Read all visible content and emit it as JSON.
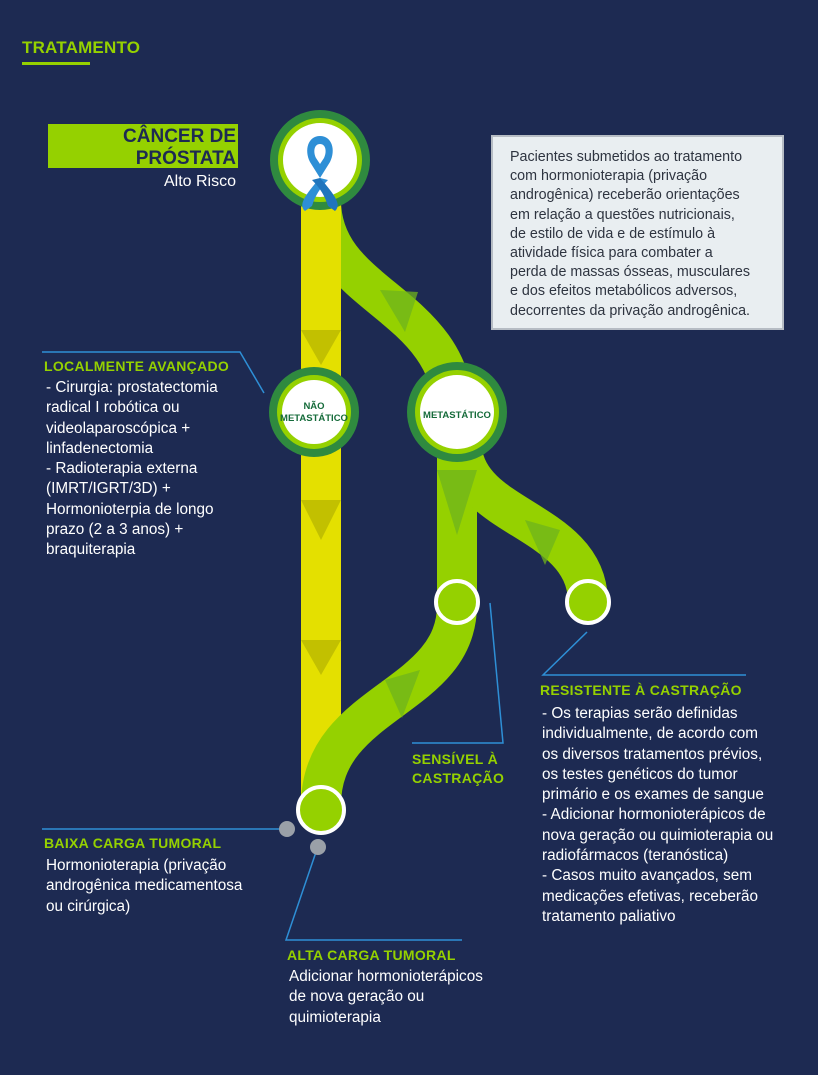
{
  "header": {
    "title": "TRATAMENTO"
  },
  "diagnosis": {
    "title_line1": "CÂNCER DE",
    "title_line2": "PRÓSTATA",
    "subtitle": "Alto Risco"
  },
  "info_box": {
    "lines": [
      "Pacientes submetidos ao tratamento",
      "com hormonioterapia (privação",
      "androgênica) receberão orientações",
      "em relação a questões nutricionais,",
      "de estilo de vida e de estímulo à",
      "atividade física para combater a",
      "perda de massas ósseas, musculares",
      "e dos efeitos metabólicos adversos,",
      "decorrentes da privação androgênica."
    ]
  },
  "nodes": {
    "non_metastatic": {
      "line1": "NÃO",
      "line2": "METASTÁTICO"
    },
    "metastatic": {
      "label": "METASTÁTICO"
    }
  },
  "locally_advanced": {
    "heading": "LOCALMENTE AVANÇADO",
    "lines": [
      "- Cirurgia: prostatectomia",
      "radical I robótica ou",
      "videolaparoscópica +",
      "linfadenectomia",
      "- Radioterapia externa",
      "(IMRT/IGRT/3D) +",
      "Hormonioterpia de longo",
      "prazo (2 a 3 anos) +",
      "braquiterapia"
    ]
  },
  "castration_resistant": {
    "heading": "RESISTENTE À CASTRAÇÃO",
    "lines": [
      "- Os terapias serão definidas",
      "individualmente, de acordo com",
      "os diversos tratamentos prévios,",
      "os testes genéticos do tumor",
      "primário e os exames de sangue",
      "- Adicionar hormonioterápicos de",
      "nova geração ou quimioterapia ou",
      "radiofármacos (teranóstica)",
      "- Casos muito avançados, sem",
      "medicações efetivas, receberão",
      "tratamento paliativo"
    ]
  },
  "castration_sensitive": {
    "line1": "SENSÍVEL À",
    "line2": "CASTRAÇÃO"
  },
  "low_burden": {
    "heading": "BAIXA CARGA TUMORAL",
    "lines": [
      "Hormonioterapia  (privação",
      "androgênica medicamentosa",
      "ou cirúrgica)"
    ]
  },
  "high_burden": {
    "heading": "ALTA CARGA TUMORAL",
    "lines": [
      "Adicionar hormonioterápicos",
      "de nova geração ou",
      "quimioterapia"
    ]
  },
  "colors": {
    "background": "#1d2a52",
    "accent_green": "#95d100",
    "path_yellow": "#e4e000",
    "node_dark_green": "#2f8a3f",
    "info_box_bg": "#e9eef1"
  },
  "icons": {
    "diagnosis": "awareness-ribbon-icon"
  }
}
